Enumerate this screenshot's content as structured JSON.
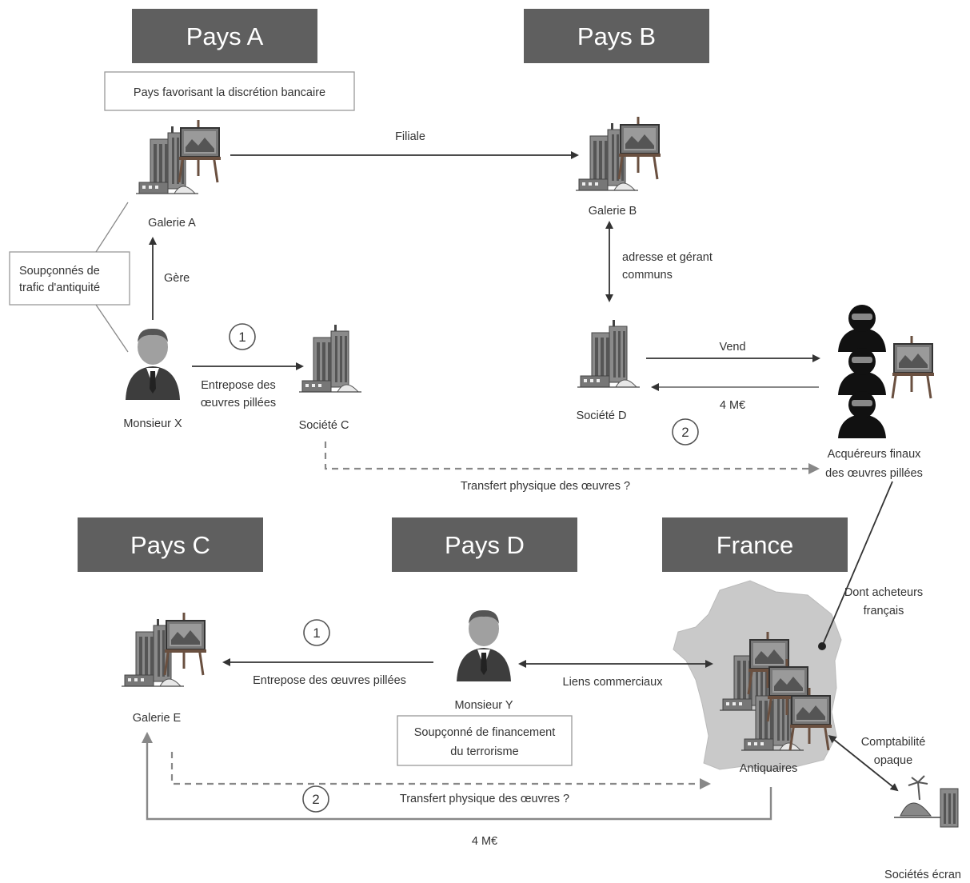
{
  "countries": {
    "a": "Pays A",
    "b": "Pays B",
    "c": "Pays C",
    "d": "Pays D",
    "france": "France"
  },
  "notes": {
    "pays_a_box": "Pays favorisant la discrétion bancaire",
    "soupcons_line1": "Soupçonnés de",
    "soupcons_line2": "trafic d'antiquité",
    "terrorism_line1": "Soupçonné de financement",
    "terrorism_line2": "du terrorisme"
  },
  "entities": {
    "galerie_a": "Galerie A",
    "galerie_b": "Galerie B",
    "galerie_e": "Galerie E",
    "societe_c": "Société C",
    "societe_d": "Société D",
    "monsieur_x": "Monsieur X",
    "monsieur_y": "Monsieur Y",
    "acquereurs_line1": "Acquéreurs finaux",
    "acquereurs_line2": "des œuvres pillées",
    "antiquaires": "Antiquaires",
    "societes_ecran": "Sociétés écran"
  },
  "relations": {
    "filiale": "Filiale",
    "gere": "Gère",
    "adresse_line1": "adresse et gérant",
    "adresse_line2": "communs",
    "entrepose_line1": "Entrepose des",
    "entrepose_line2": "œuvres pillées",
    "vend": "Vend",
    "amount_top": "4 M€",
    "transfert_top": "Transfert physique des œuvres ?",
    "entrepose_bottom": "Entrepose des œuvres pillées",
    "liens": "Liens commerciaux",
    "dont_line1": "Dont acheteurs",
    "dont_line2": "français",
    "comptabilite_line1": "Comptabilité",
    "comptabilite_line2": "opaque",
    "transfert_bottom": "Transfert physique des œuvres ?",
    "amount_bottom": "4 M€"
  },
  "steps": {
    "one_top": "1",
    "two_top": "2",
    "one_bottom": "1",
    "two_bottom": "2"
  },
  "colors": {
    "header_bg": "#5f5f5f",
    "france_map": "#c9c9c9",
    "line": "#333333",
    "dashed": "#888888"
  }
}
